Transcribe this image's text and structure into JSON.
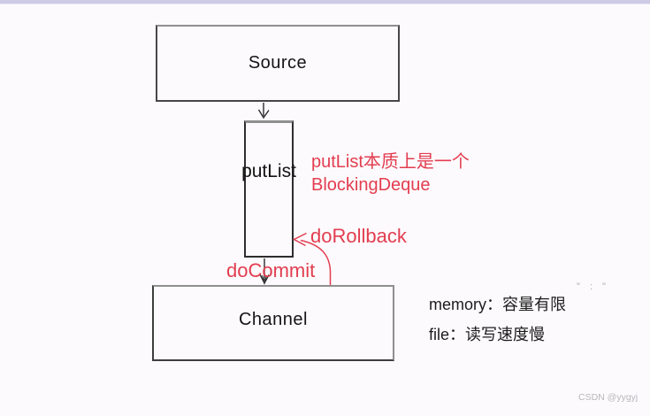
{
  "page": {
    "background_color": "#fdfafd",
    "top_bar_color": "#cdcbe4",
    "accent_red": "#e23d4f",
    "box_border_color": "#3d3d3d"
  },
  "diagram": {
    "source": {
      "label": "Source"
    },
    "putlist": {
      "label": "putList"
    },
    "channel": {
      "label": "Channel"
    },
    "annotations": {
      "nature_line1": "putList本质上是一个",
      "nature_line2": "BlockingDeque",
      "rollback_label": "doRollback",
      "commit_label": "doCommit"
    },
    "notes": {
      "memory": "memory：容量有限",
      "file": "file：读写速度慢",
      "stray_marks": "\" : \""
    }
  },
  "watermark": "CSDN @yygyj"
}
